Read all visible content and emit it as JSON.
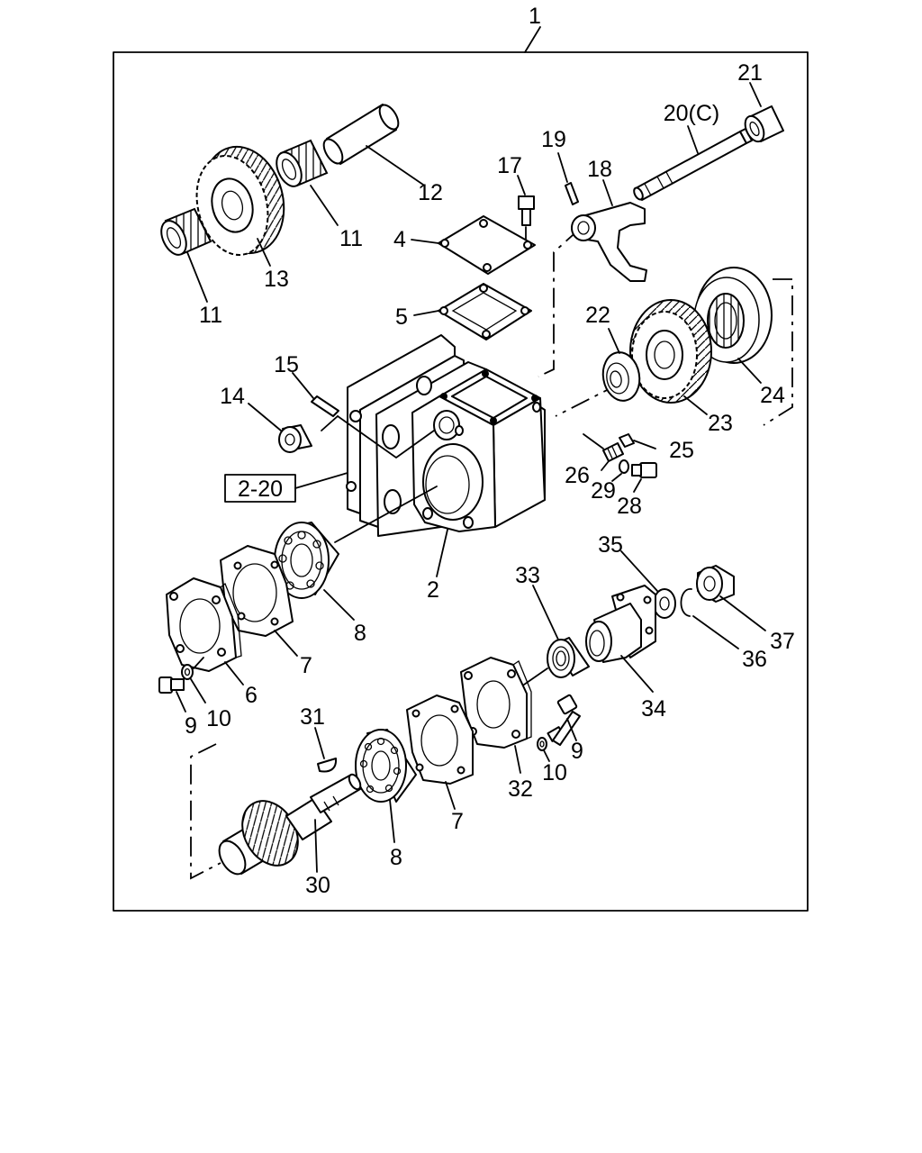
{
  "diagram": {
    "assembly_label": "1",
    "subassembly_ref": "2-20",
    "callouts": {
      "c2": "2",
      "c4": "4",
      "c5": "5",
      "c6": "6",
      "c7a": "7",
      "c7b": "7",
      "c8a": "8",
      "c8b": "8",
      "c9a": "9",
      "c9b": "9",
      "c10a": "10",
      "c10b": "10",
      "c11a": "11",
      "c11b": "11",
      "c12": "12",
      "c13": "13",
      "c14": "14",
      "c15": "15",
      "c17": "17",
      "c18": "18",
      "c19": "19",
      "c20": "20(C)",
      "c21": "21",
      "c22": "22",
      "c23": "23",
      "c24": "24",
      "c25": "25",
      "c26": "26",
      "c28": "28",
      "c29": "29",
      "c30": "30",
      "c31": "31",
      "c32": "32",
      "c33": "33",
      "c34": "34",
      "c35": "35",
      "c36": "36",
      "c37": "37"
    }
  }
}
